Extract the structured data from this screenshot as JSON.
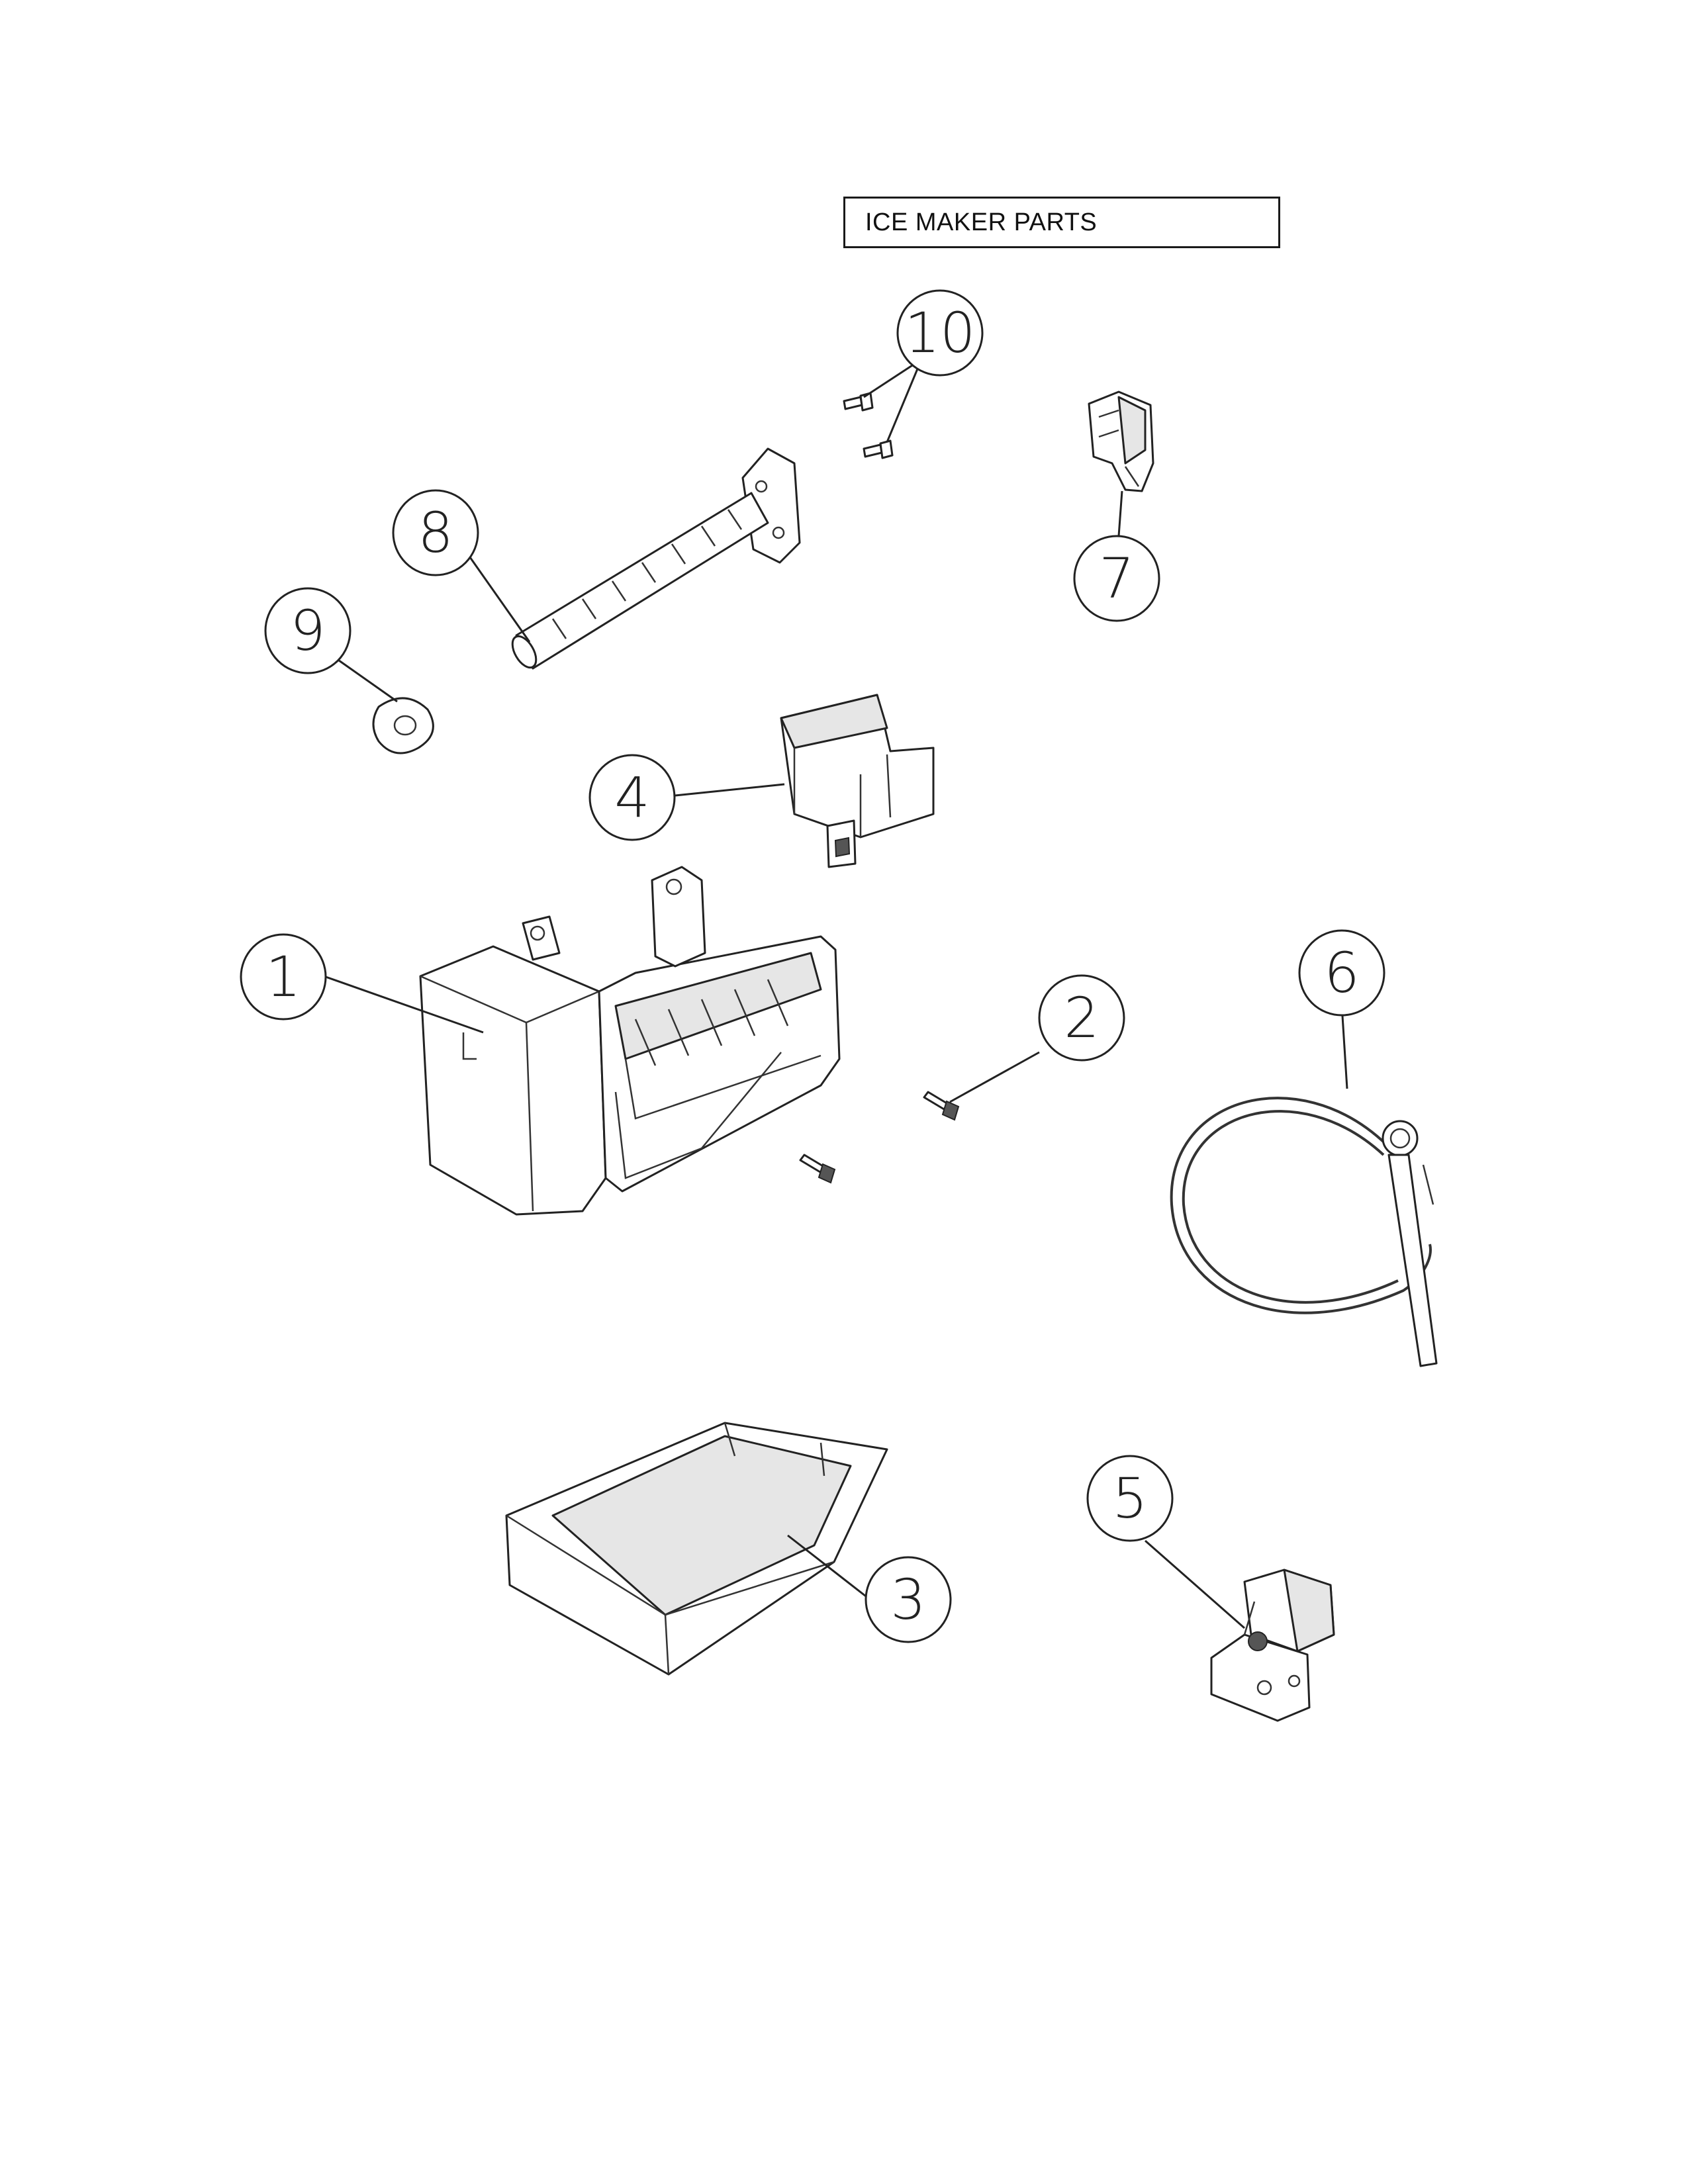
{
  "title": "ICE MAKER PARTS",
  "callouts": [
    "1",
    "2",
    "3",
    "4",
    "5",
    "6",
    "7",
    "8",
    "9",
    "10"
  ]
}
